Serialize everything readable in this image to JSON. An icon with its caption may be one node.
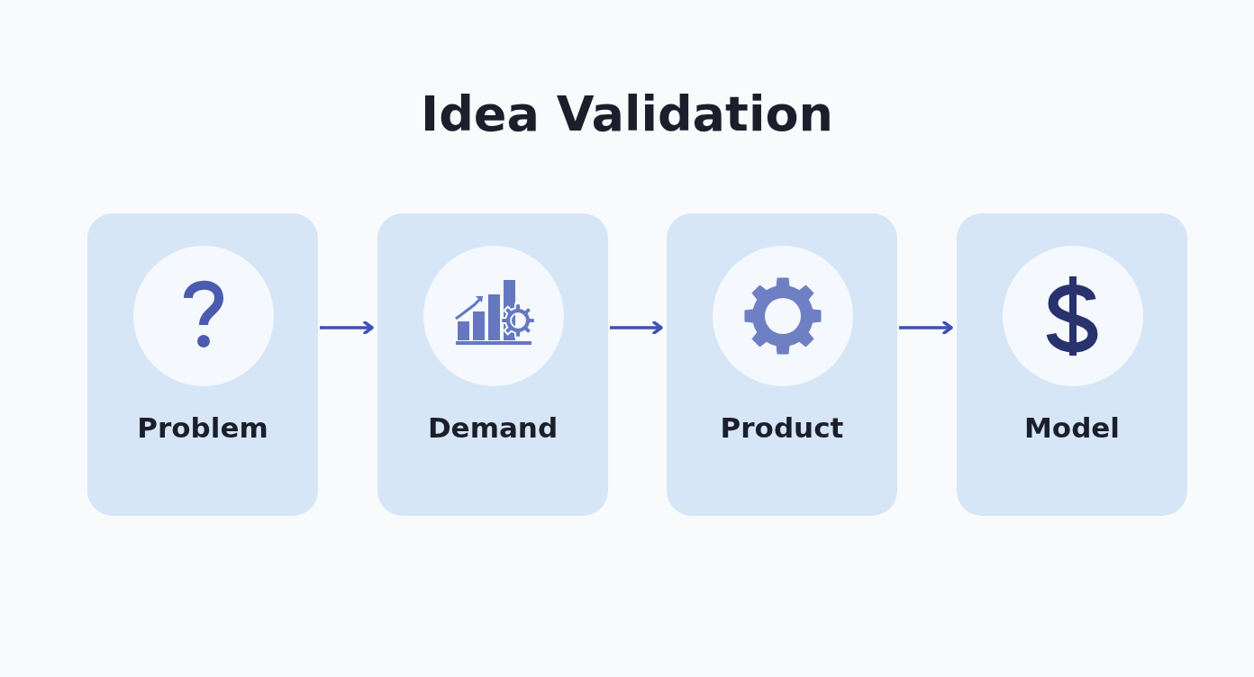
{
  "diagram": {
    "title": "Idea Validation",
    "nodes": [
      {
        "text": [
          "Problem"
        ]
      },
      {
        "text": [
          "Demand"
        ]
      },
      {
        "text": [
          "Product"
        ]
      },
      {
        "text": [
          "Model"
        ]
      }
    ],
    "edges": [
      {
        "from": 0,
        "to": 1,
        "arrow": "to"
      },
      {
        "from": 1,
        "to": 2,
        "arrow": "to"
      },
      {
        "from": 2,
        "to": 3,
        "arrow": "to"
      }
    ]
  }
}
